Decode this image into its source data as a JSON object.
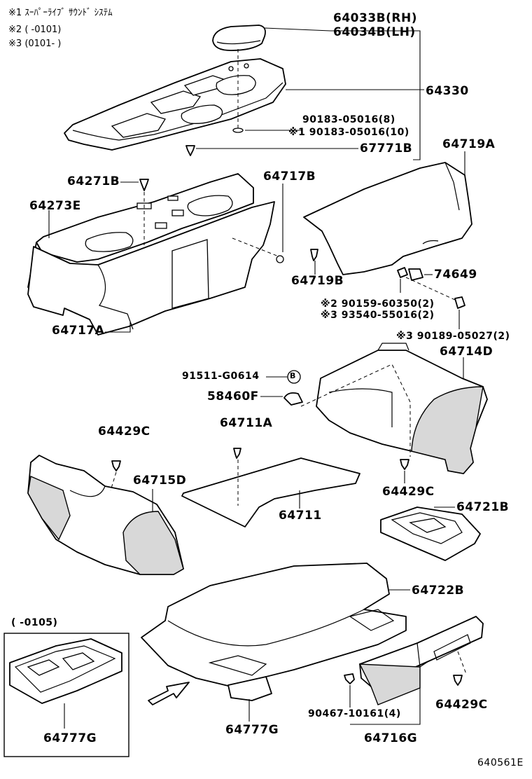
{
  "notes": [
    {
      "mark": "※1",
      "text": "ｽｰﾊﾟｰﾗｲﾌﾞ ｻｳﾝﾄﾞ ｼｽﾃﾑ"
    },
    {
      "mark": "※2",
      "text": "(       -0101)"
    },
    {
      "mark": "※3",
      "text": "(0101-       )"
    }
  ],
  "labels": {
    "p64033B": "64033B(RH)",
    "p64034B": "64034B(LH)",
    "p64330": "64330",
    "p90183a": "90183-05016(8)",
    "p90183b": "※1 90183-05016(10)",
    "p67771B": "67771B",
    "p64719A": "64719A",
    "p64271B": "64271B",
    "p64717B": "64717B",
    "p64273E": "64273E",
    "p64719B": "64719B",
    "p74649": "74649",
    "p90159": "※2 90159-60350(2)",
    "p93540": "※3 93540-55016(2)",
    "p90189": "※3 90189-05027(2)",
    "p64717A": "64717A",
    "p64714D": "64714D",
    "p91511": "91511-G0614",
    "pB": "B",
    "p58460F": "58460F",
    "p64711A": "64711A",
    "p64429C_left": "64429C",
    "p64715D": "64715D",
    "p64711": "64711",
    "p64429C_mid": "64429C",
    "p64721B": "64721B",
    "p64722B": "64722B",
    "inset_note": "(       -0105)",
    "p64777G_inset": "64777G",
    "p90467": "90467-10161(4)",
    "p64429C_right": "64429C",
    "p64777G": "64777G",
    "p64716G": "64716G",
    "diagram_code": "640561E"
  }
}
